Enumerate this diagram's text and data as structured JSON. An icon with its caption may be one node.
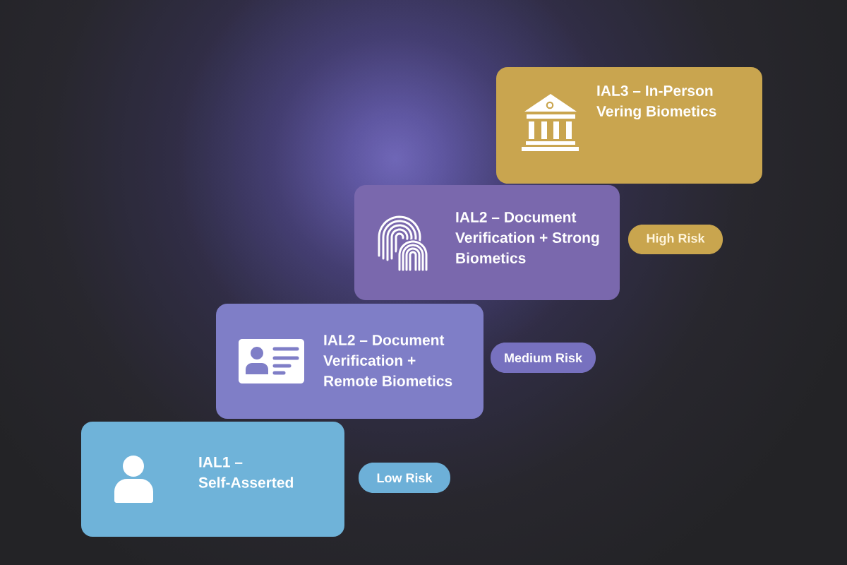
{
  "diagram": {
    "nodes": [
      {
        "text": [
          "IAL3 – In-Person Vering Biometics"
        ]
      },
      {
        "text": [
          "IAL2 – Document Verification + Strong Biometics"
        ]
      },
      {
        "text": [
          "High Risk"
        ]
      },
      {
        "text": [
          "IAL2 – Document Verification + Remote Biometics"
        ]
      },
      {
        "text": [
          "Medium Risk"
        ]
      },
      {
        "text": [
          "IAL1 – Self-Asserted"
        ]
      },
      {
        "text": [
          "Low Risk"
        ]
      }
    ]
  }
}
